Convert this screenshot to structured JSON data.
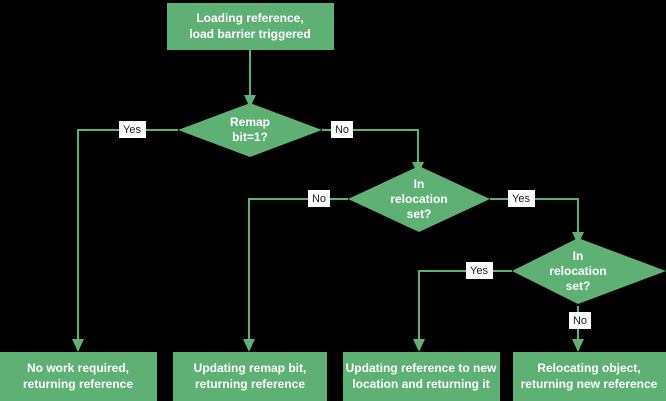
{
  "diagram": {
    "title_node": {
      "id": "start",
      "label_line1": "Loading reference,",
      "label_line2": "load barrier triggered"
    },
    "colors": {
      "background": "#000000",
      "node_fill": "#5fb075",
      "connector": "#5fb075",
      "node_text": "#ffffff",
      "edge_label_text": "#1a1a1a",
      "edge_label_background": "#ffffff"
    },
    "decisions": [
      {
        "id": "decision-remap-bit",
        "label_line1": "Remap",
        "label_line2": "bit=1?",
        "label_line3": ""
      },
      {
        "id": "decision-in-relocation-set-1",
        "label_line1": "In",
        "label_line2": "relocation",
        "label_line3": "set?"
      },
      {
        "id": "decision-in-relocation-set-2",
        "label_line1": "In",
        "label_line2": "relocation",
        "label_line3": "set?"
      }
    ],
    "terminals": [
      {
        "id": "terminal-no-work",
        "label_line1": "No work required,",
        "label_line2": "returning reference"
      },
      {
        "id": "terminal-updating-remap-bit",
        "label_line1": "Updating remap bit,",
        "label_line2": "returning reference"
      },
      {
        "id": "terminal-updating-reference",
        "label_line1": "Updating reference to new",
        "label_line2": "location and returning it"
      },
      {
        "id": "terminal-relocating-object",
        "label_line1": "Relocating object,",
        "label_line2": "returning new reference"
      }
    ],
    "edge_labels": {
      "remap_yes": "Yes",
      "remap_no": "No",
      "reloc1_no": "No",
      "reloc1_yes": "Yes",
      "reloc2_yes": "Yes",
      "reloc2_no": "No"
    }
  }
}
